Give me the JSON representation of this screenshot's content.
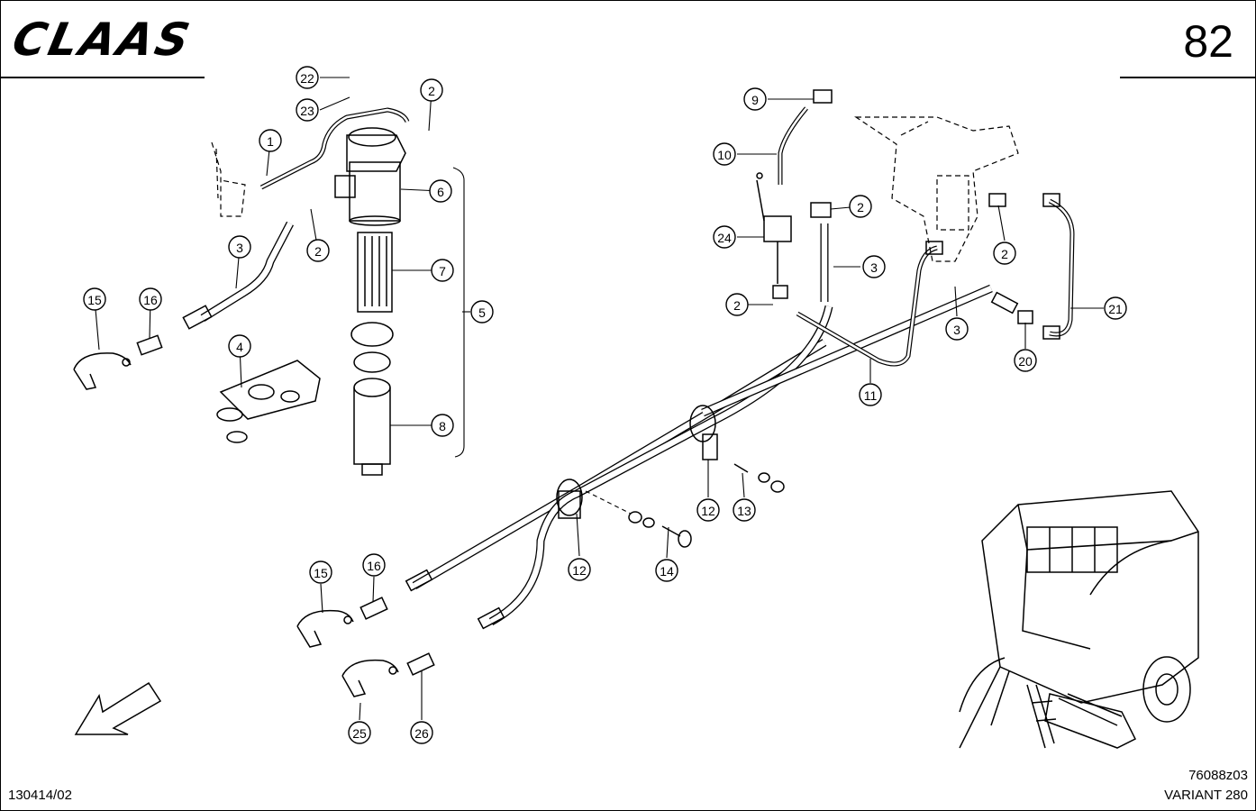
{
  "header": {
    "brand": "CLAAS",
    "page_number": "82"
  },
  "footer": {
    "doc_code": "130414/02",
    "drawing_code": "76088z03",
    "model": "VARIANT 280"
  },
  "callouts": [
    {
      "label": "1"
    },
    {
      "label": "2"
    },
    {
      "label": "2"
    },
    {
      "label": "2"
    },
    {
      "label": "2"
    },
    {
      "label": "2"
    },
    {
      "label": "3"
    },
    {
      "label": "3"
    },
    {
      "label": "3"
    },
    {
      "label": "4"
    },
    {
      "label": "5"
    },
    {
      "label": "6"
    },
    {
      "label": "7"
    },
    {
      "label": "8"
    },
    {
      "label": "9"
    },
    {
      "label": "10"
    },
    {
      "label": "11"
    },
    {
      "label": "12"
    },
    {
      "label": "12"
    },
    {
      "label": "13"
    },
    {
      "label": "14"
    },
    {
      "label": "15"
    },
    {
      "label": "15"
    },
    {
      "label": "16"
    },
    {
      "label": "16"
    },
    {
      "label": "20"
    },
    {
      "label": "21"
    },
    {
      "label": "22"
    },
    {
      "label": "23"
    },
    {
      "label": "24"
    },
    {
      "label": "25"
    },
    {
      "label": "26"
    }
  ]
}
